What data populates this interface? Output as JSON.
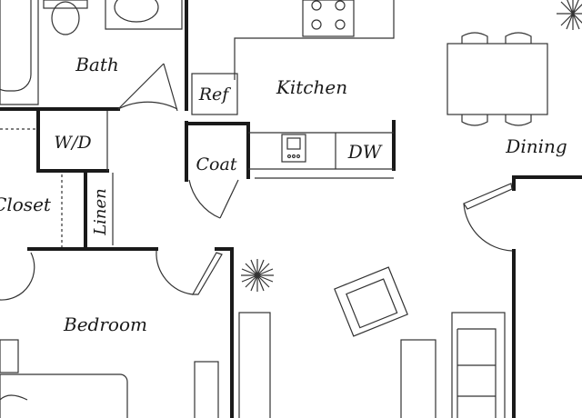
{
  "floorplan": {
    "rooms": {
      "bath": "Bath",
      "kitchen": "Kitchen",
      "dining": "Dining",
      "closet": "Closet",
      "bedroom": "Bedroom"
    },
    "fixtures": {
      "refrigerator": "Ref",
      "washer_dryer": "W/D",
      "coat_closet": "Coat",
      "dishwasher": "DW",
      "linen_closet": "Linen"
    },
    "colors": {
      "wall": "#1a1a1a",
      "line": "#333333",
      "background": "#ffffff"
    }
  }
}
